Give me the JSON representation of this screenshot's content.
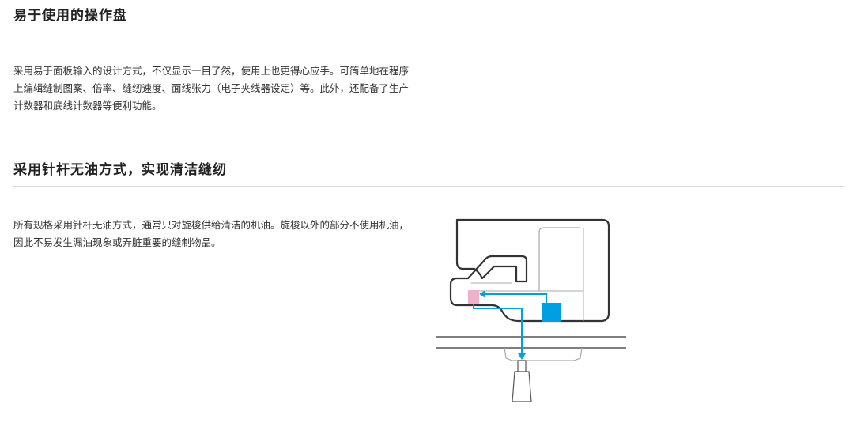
{
  "sections": [
    {
      "title": "易于使用的操作盘",
      "body": "采用易于面板输入的设计方式，不仅显示一目了然，使用上也更得心应手。可简单地在程序上编辑缝制图案、倍率、缝纫速度、面线张力（电子夹线器设定）等。此外，还配备了生产计数器和底线计数器等便利功能。"
    },
    {
      "title": "采用针杆无油方式，实现清洁缝纫",
      "body": "所有规格采用针杆无油方式，通常只对旋梭供给清洁的机油。旋梭以外的部分不使用机油，因此不易发生漏油现象或弄脏重要的缝制物品。"
    }
  ],
  "illustration": {
    "colors": {
      "outline": "#333333",
      "light_line": "#aaaaaa",
      "oil_tank": "#00a0e0",
      "oil_flow": "#00a0e0",
      "rotary_hook": "#f0b0c8"
    }
  }
}
